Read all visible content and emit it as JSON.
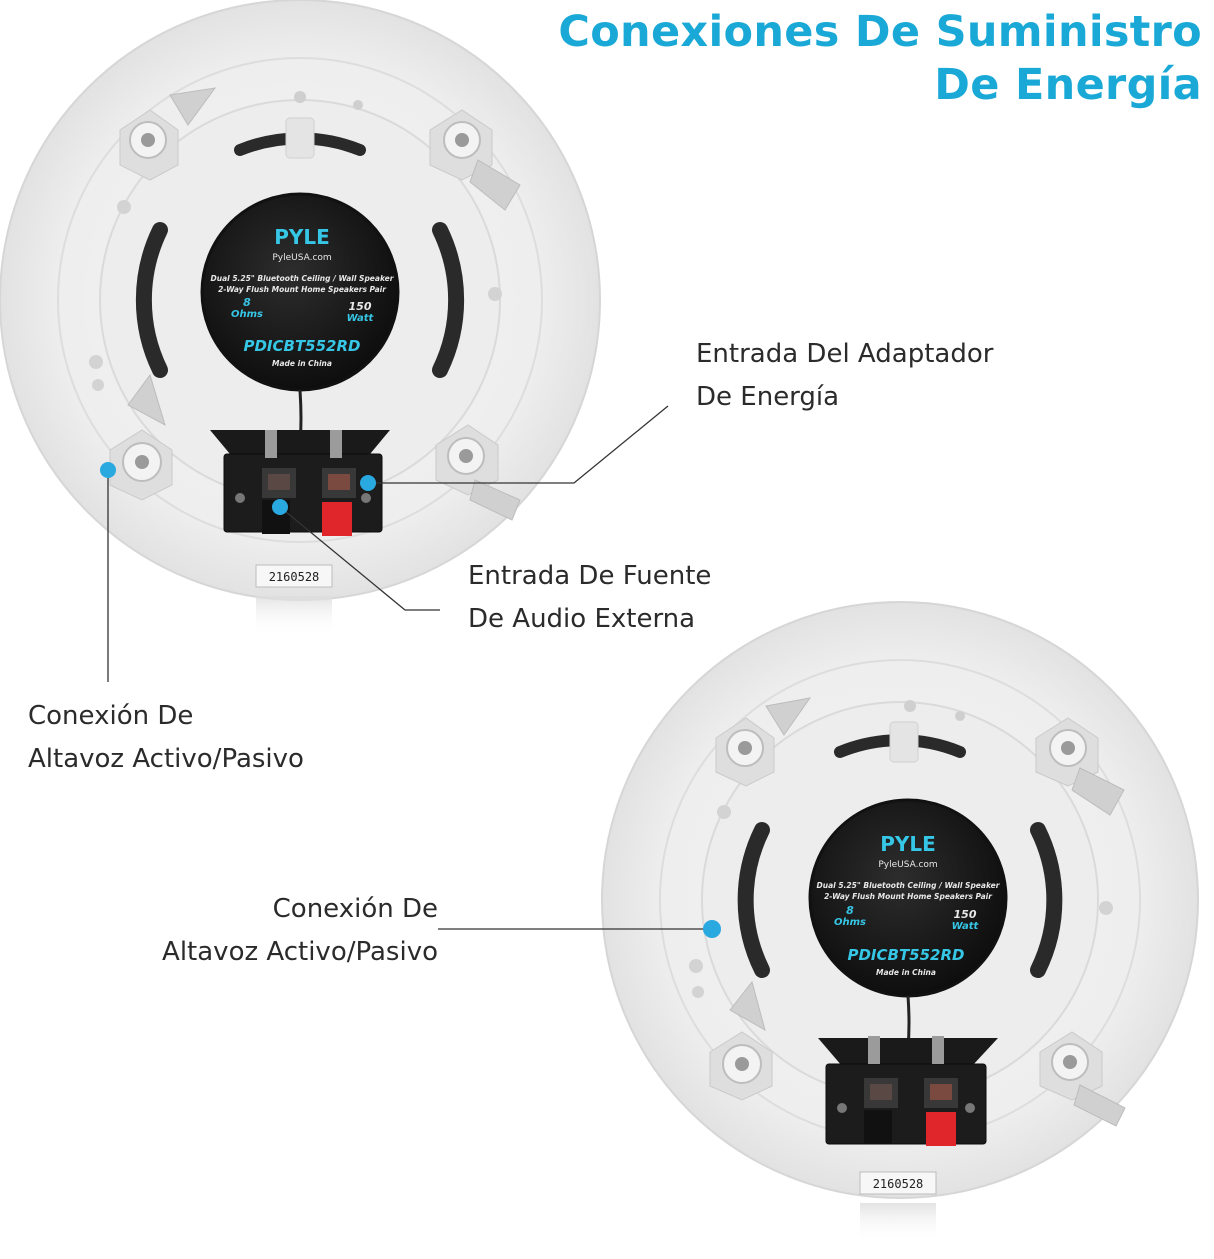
{
  "header": {
    "title_line1": "Conexiones De Suministro",
    "title_line2": "De Energía"
  },
  "callouts": {
    "power_input": {
      "line1": "Entrada Del Adaptador",
      "line2": "De Energía"
    },
    "audio_input": {
      "line1": "Entrada De Fuente",
      "line2": "De Audio Externa"
    },
    "speaker_connection_top": {
      "line1": "Conexión De",
      "line2": "Altavoz Activo/Pasivo"
    },
    "speaker_connection_bottom": {
      "line1": "Conexión De",
      "line2": "Altavoz Activo/Pasivo"
    }
  },
  "speaker_label": {
    "brand": "PYLE",
    "website": "PyleUSA.com",
    "description_line1": "Dual 5.25\" Bluetooth Ceiling / Wall Speaker",
    "description_line2": "2-Way Flush Mount Home Speakers Pair",
    "impedance_value": "8",
    "impedance_unit": "Ohms",
    "power_value": "150",
    "power_unit": "Watt",
    "model": "PDICBT552RD",
    "origin": "Made in China"
  },
  "serial_number": "2160528",
  "colors": {
    "accent": "#1aa9d6",
    "text": "#2b2b2b",
    "label_cyan": "#36c6e6",
    "terminal_red": "#e0262b",
    "dot": "#2aa8e0"
  }
}
